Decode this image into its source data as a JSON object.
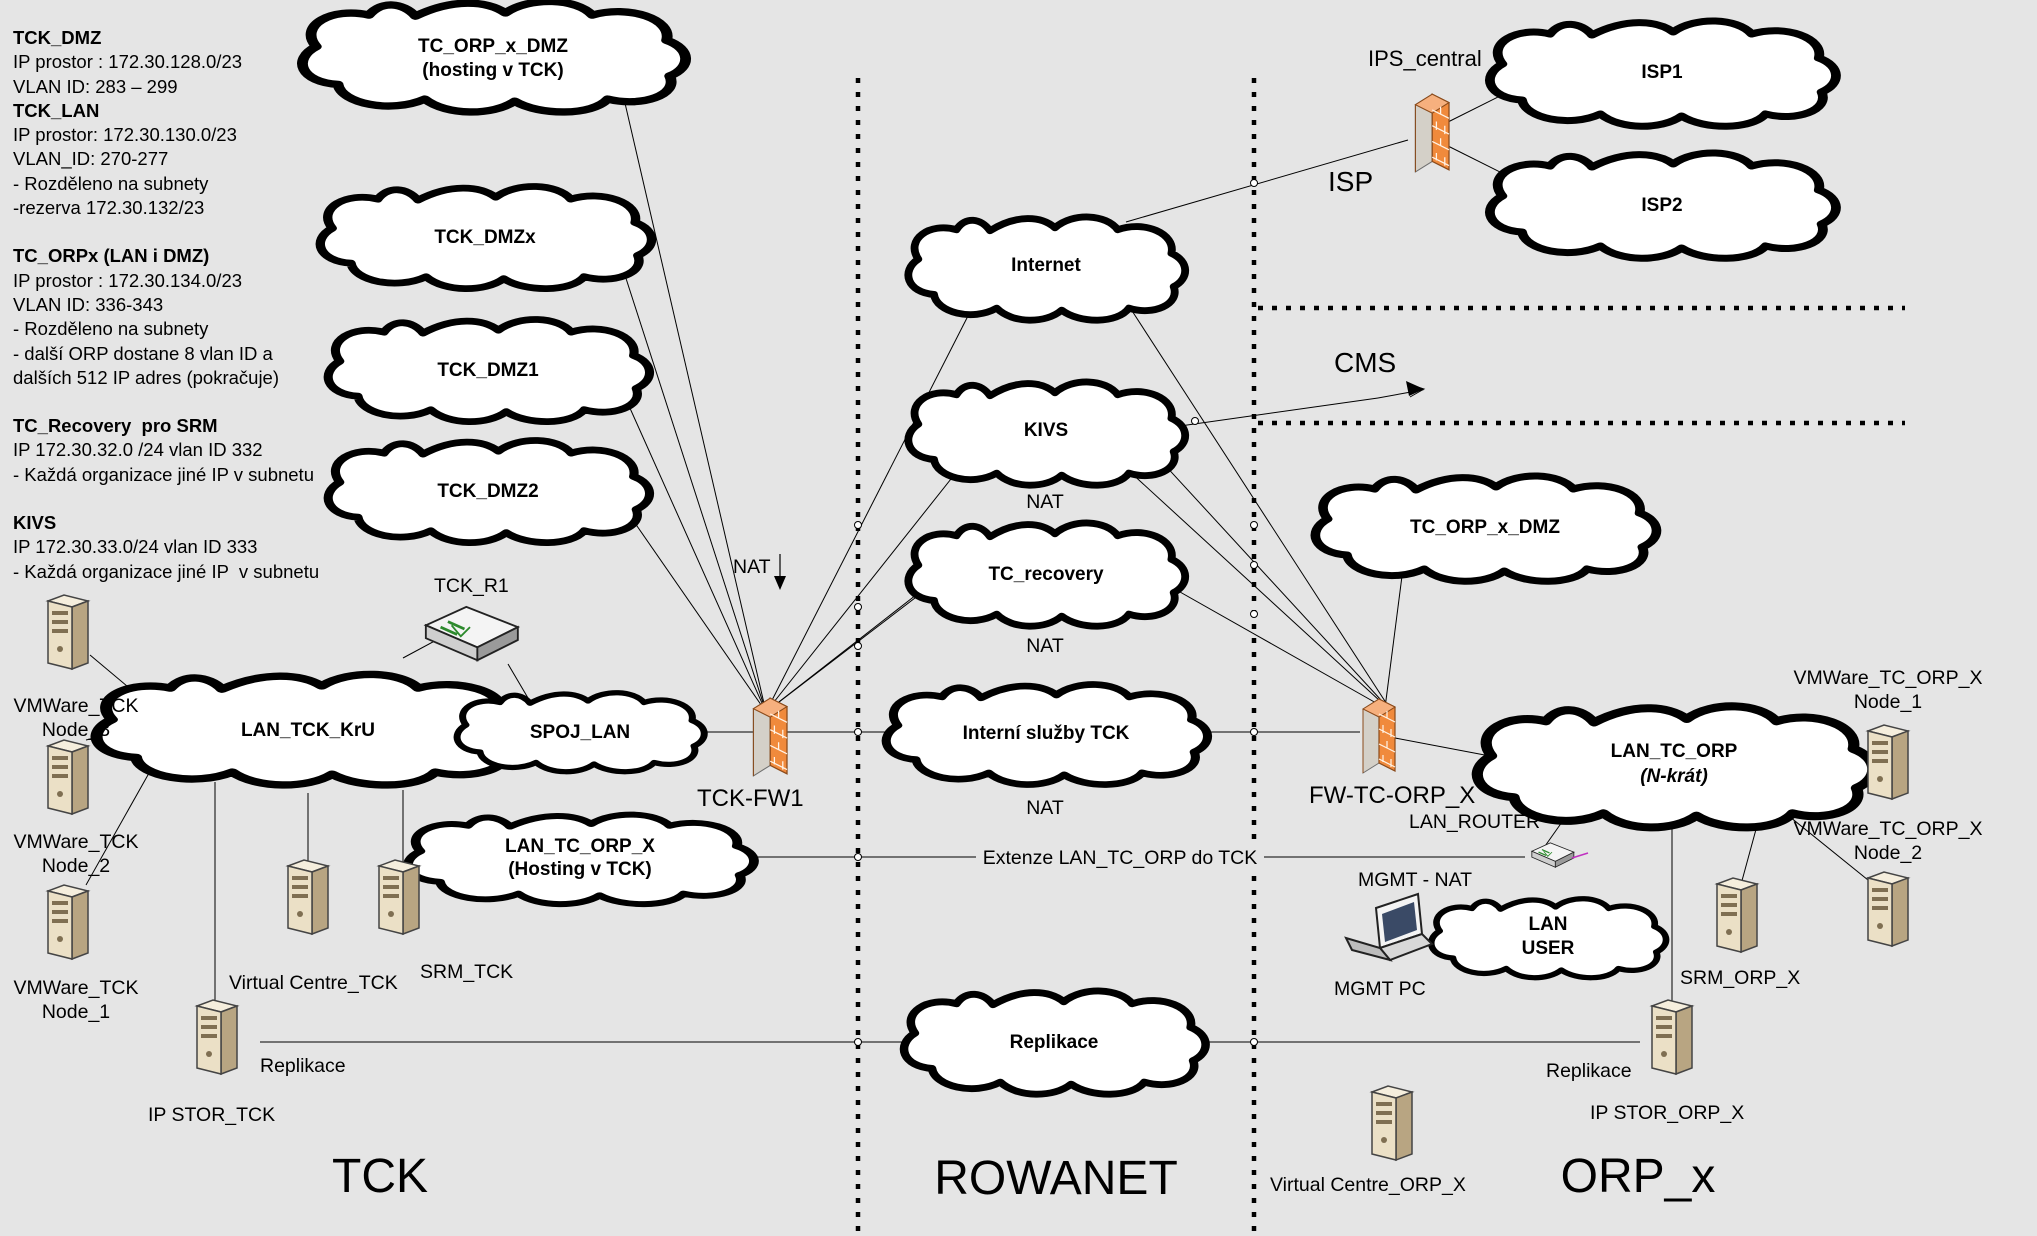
{
  "info_blocks": {
    "tck_dmz": {
      "title": "TCK_DMZ",
      "l1": "IP prostor : 172.30.128.0/23",
      "l2": "VLAN ID: 283 – 299"
    },
    "tck_lan": {
      "title": "TCK_LAN",
      "l1": "IP prostor: 172.30.130.0/23",
      "l2": "VLAN_ID: 270-277",
      "l3": "- Rozděleno na subnety",
      "l4": "-rezerva 172.30.132/23"
    },
    "tc_orpx": {
      "title": "TC_ORPx (LAN i DMZ)",
      "l1": "IP prostor : 172.30.134.0/23",
      "l2": "VLAN ID: 336-343",
      "l3": "- Rozděleno na subnety",
      "l4": "- další ORP dostane 8 vlan ID a",
      "l5": "dalších 512 IP adres (pokračuje)"
    },
    "tc_recovery": {
      "title": "TC_Recovery  pro SRM",
      "l1": "IP 172.30.32.0 /24 vlan ID 332",
      "l2": "- Každá organizace jiné IP v subnetu"
    },
    "kivs": {
      "title": "KIVS",
      "l1": "IP 172.30.33.0/24 vlan ID 333",
      "l2": "- Každá organizace jiné IP  v subnetu"
    }
  },
  "clouds": {
    "tc_orp_x_dmz_hosting": {
      "l1": "TC_ORP_x_DMZ",
      "l2": "(hosting v TCK)"
    },
    "tck_dmzx": "TCK_DMZx",
    "tck_dmz1": "TCK_DMZ1",
    "tck_dmz2": "TCK_DMZ2",
    "internet": "Internet",
    "kivs": "KIVS",
    "tc_recovery": "TC_recovery",
    "interni_sluzby": "Interní služby TCK",
    "replikace": "Replikace",
    "lan_tck_kru": "LAN_TCK_KrU",
    "spoj_lan": "SPOJ_LAN",
    "lan_tc_orp_x_hosting": {
      "l1": "LAN_TC_ORP_X",
      "l2": "(Hosting v TCK)"
    },
    "isp1": "ISP1",
    "isp2": "ISP2",
    "tc_orp_x_dmz": "TC_ORP_x_DMZ",
    "lan_tc_orp": {
      "l1": "LAN_TC_ORP",
      "l2": "(N-krát)"
    },
    "lan_user": {
      "l1": "LAN",
      "l2": "USER"
    }
  },
  "labels": {
    "ips_central": "IPS_central",
    "isp": "ISP",
    "cms": "CMS",
    "nat_top": "NAT",
    "nat_kivs": "NAT",
    "nat_recovery": "NAT",
    "nat_interni": "NAT",
    "tck_fw1": "TCK-FW1",
    "fw_tc_orp_x": "FW-TC-ORP_X",
    "lan_router": "LAN_ROUTER",
    "mgmt_nat": "MGMT - NAT",
    "mgmt_pc": "MGMT PC",
    "extenze": "Extenze LAN_TC_ORP do TCK",
    "tck_r1": "TCK_R1",
    "vm_tck_node3": {
      "l1": "VMWare_TCK",
      "l2": "Node_3"
    },
    "vm_tck_node2": {
      "l1": "VMWare_TCK",
      "l2": "Node_2"
    },
    "vm_tck_node1": {
      "l1": "VMWare_TCK",
      "l2": "Node_1"
    },
    "virtual_centre_tck": "Virtual Centre_TCK",
    "srm_tck": "SRM_TCK",
    "replikace_left": "Replikace",
    "ip_stor_tck": "IP STOR_TCK",
    "vm_orp_node1": {
      "l1": "VMWare_TC_ORP_X",
      "l2": "Node_1"
    },
    "vm_orp_node2": {
      "l1": "VMWare_TC_ORP_X",
      "l2": "Node_2"
    },
    "srm_orp_x": "SRM_ORP_X",
    "replikace_right": "Replikace",
    "ip_stor_orp_x": "IP STOR_ORP_X",
    "virtual_centre_orp_x": "Virtual Centre_ORP_X"
  },
  "zones": {
    "tck": "TCK",
    "rowanet": "ROWANET",
    "orp_x": "ORP_x"
  },
  "icons": {
    "firewall": "brick-firewall-icon",
    "server": "tower-server-icon",
    "router": "router-icon",
    "laptop": "laptop-icon",
    "cloud": "cloud-icon"
  },
  "colors": {
    "background": "#e5e5e5",
    "firewall": "#f08a3c",
    "server": "#e8dcc0"
  }
}
